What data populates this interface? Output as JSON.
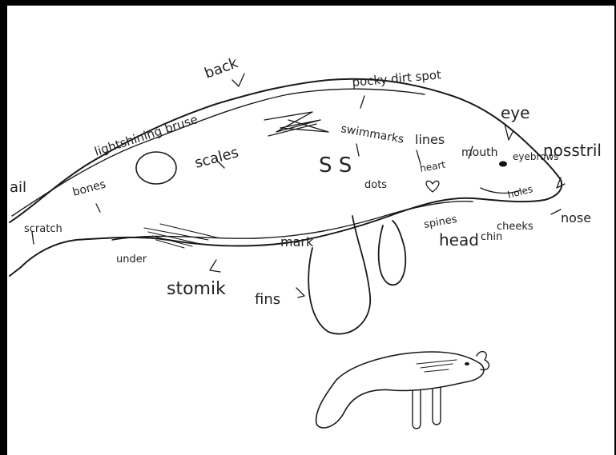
{
  "drawing": {
    "labels": {
      "tail": "ail",
      "back": "back",
      "pocky_dirt_spot": "pocky dirt spot",
      "light_shining_bruise": "lightshining bruse",
      "swimmarks": "swimmarks",
      "lines": "lines",
      "eye": "eye",
      "nostril": "nosstril",
      "bones": "bones",
      "scales": "scales",
      "ss": "S S",
      "dots": "dots",
      "heart": "heart",
      "mouth": "mouth",
      "eyebrows": "eyebrows",
      "holes": "holes",
      "scratch": "scratch",
      "under": "under",
      "mark": "mark",
      "spines": "spines",
      "chin": "chin",
      "cheeks": "cheeks",
      "nose": "nose",
      "head": "head",
      "stomach": "stomik",
      "fins": "fins"
    }
  }
}
